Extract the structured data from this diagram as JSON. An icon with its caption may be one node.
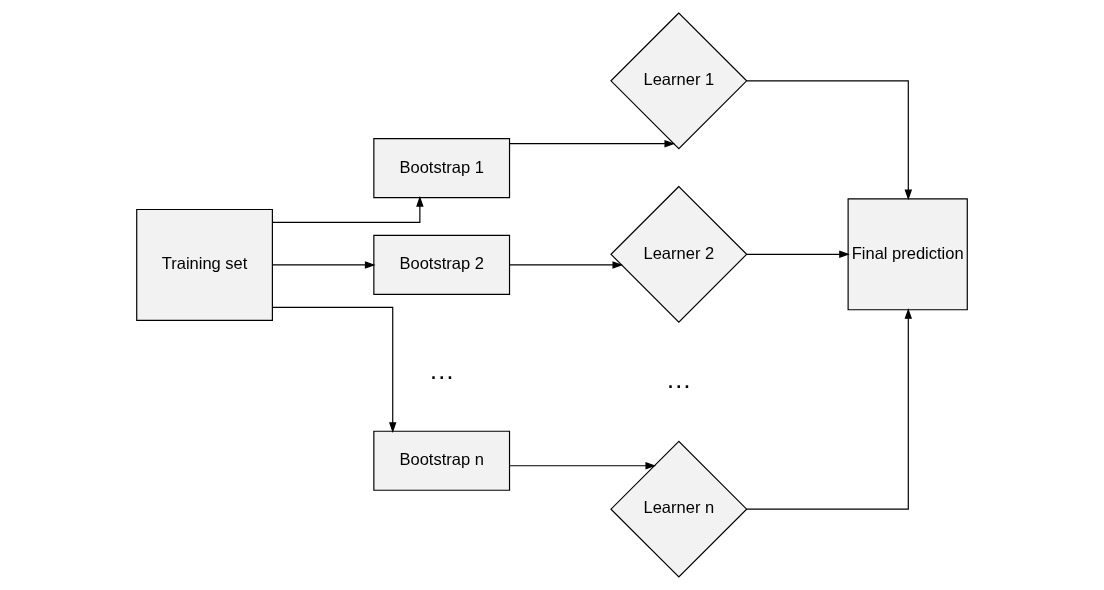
{
  "diagram": {
    "nodes": [
      {
        "text": [
          "Training set"
        ]
      },
      {
        "text": [
          "Bootstrap 1"
        ]
      },
      {
        "text": [
          "Bootstrap 2"
        ]
      },
      {
        "text": [
          "Bootstrap n"
        ]
      },
      {
        "text": [
          "Learner 1"
        ]
      },
      {
        "text": [
          "Learner 2"
        ]
      },
      {
        "text": [
          "Learner n"
        ]
      },
      {
        "text": [
          "Final prediction"
        ]
      }
    ],
    "edges": [
      {
        "from": 0,
        "to": 1,
        "arrow": "to"
      },
      {
        "from": 0,
        "to": 2,
        "arrow": "to"
      },
      {
        "from": 0,
        "to": 3,
        "arrow": "to"
      },
      {
        "from": 1,
        "to": 4,
        "arrow": "to"
      },
      {
        "from": 2,
        "to": 5,
        "arrow": "to"
      },
      {
        "from": 3,
        "to": 6,
        "arrow": "to"
      },
      {
        "from": 4,
        "to": 7,
        "arrow": "to"
      },
      {
        "from": 5,
        "to": 7,
        "arrow": "to"
      },
      {
        "from": 6,
        "to": 7,
        "arrow": "to"
      }
    ],
    "labels": [
      "…",
      "…"
    ]
  }
}
